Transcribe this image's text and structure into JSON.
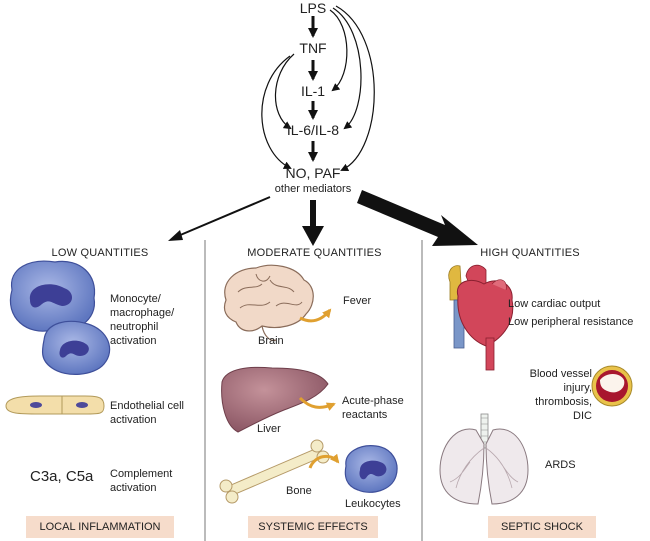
{
  "flow": {
    "lps": "LPS",
    "tnf": "TNF",
    "il1": "IL-1",
    "il6": "IL-6/IL-8",
    "no_paf": "NO, PAF",
    "other": "other mediators"
  },
  "columns": {
    "low": {
      "heading": "LOW QUANTITIES",
      "monocyte": "Monocyte/\nmacrophage/\nneutrophil\nactivation",
      "endothelial": "Endothelial cell\nactivation",
      "c3": "C3a",
      "c5": "C5a",
      "complement": "Complement\nactivation",
      "footer": "LOCAL INFLAMMATION"
    },
    "moderate": {
      "heading": "MODERATE QUANTITIES",
      "fever": "Fever",
      "brain": "Brain",
      "acute": "Acute-phase\nreactants",
      "liver": "Liver",
      "bone": "Bone",
      "leukocytes": "Leukocytes",
      "footer": "SYSTEMIC EFFECTS"
    },
    "high": {
      "heading": "HIGH QUANTITIES",
      "cardiac": "Low cardiac output",
      "resistance": "Low peripheral resistance",
      "vessel": "Blood vessel\ninjury,\nthrombosis,\nDIC",
      "ards": "ARDS",
      "footer": "SEPTIC SHOCK"
    }
  },
  "colors": {
    "arrow": "#111111",
    "cell_blue": "#6f86c8",
    "nucleus": "#3d3f96",
    "brain": "#f1d9c8",
    "liver": "#9a6671",
    "bone": "#f4ecc8",
    "heart": "#d2465a",
    "vessel_red": "#a8162e",
    "lung": "#efe9ec",
    "callout": "#e0a030",
    "footer_bg": "#f6dccb"
  }
}
